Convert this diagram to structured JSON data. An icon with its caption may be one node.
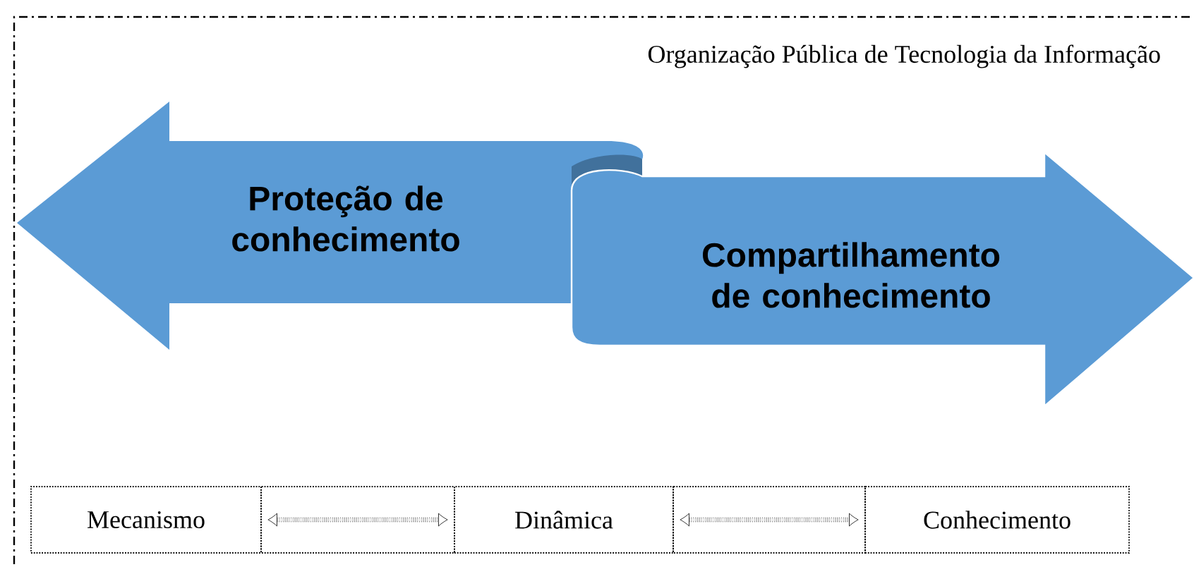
{
  "diagram": {
    "nodes": [
      {
        "text": [
          "Proteção de conhecimento"
        ]
      },
      {
        "text": [
          "Compartilhamento de conhecimento"
        ]
      },
      {
        "text": [
          "Mecanismo"
        ]
      },
      {
        "text": [
          "Dinâmica"
        ]
      },
      {
        "text": [
          "Conhecimento"
        ]
      }
    ],
    "edges": [
      {
        "from": 2,
        "to": 3,
        "arrow": "both"
      },
      {
        "from": 3,
        "to": 4,
        "arrow": "both"
      }
    ],
    "labels": [
      "Organização Pública de Tecnologia da Informação"
    ]
  }
}
